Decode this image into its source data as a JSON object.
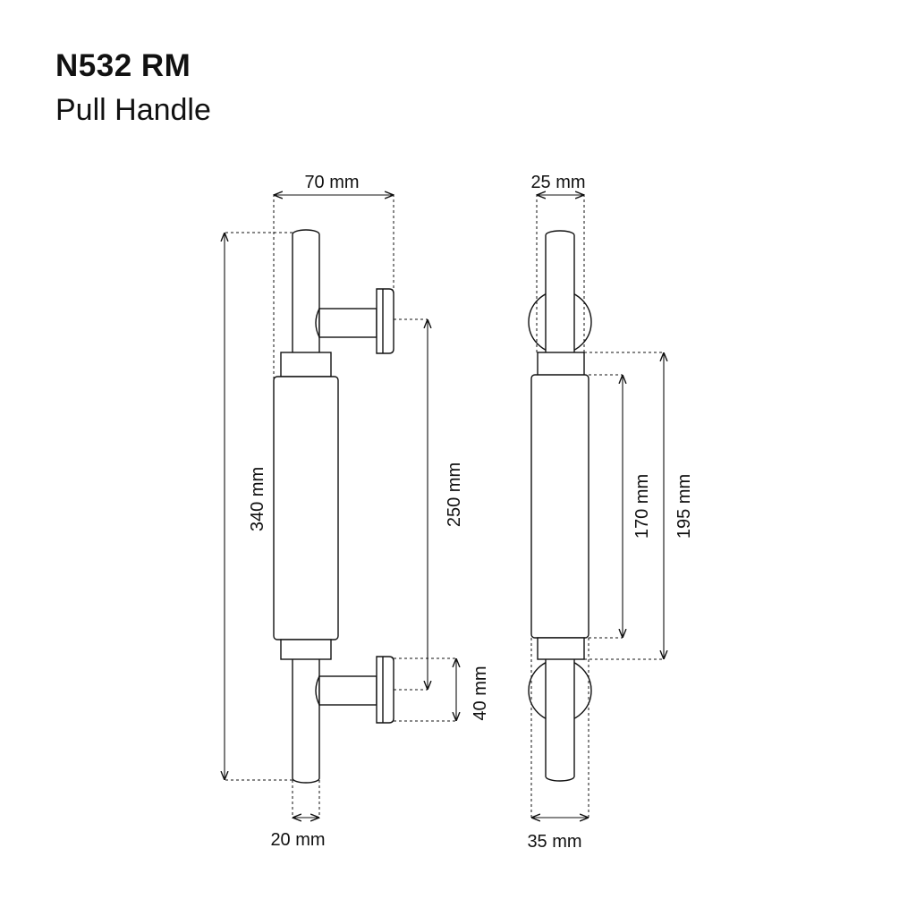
{
  "header": {
    "model": "N532 RM",
    "name": "Pull Handle"
  },
  "front_view": {
    "width_label": "70 mm",
    "height_label": "340 mm",
    "centers_label": "250 mm",
    "rose_label": "40 mm",
    "bar_label": "20 mm"
  },
  "side_view": {
    "bar_label": "25 mm",
    "grip_label": "170 mm",
    "grip_outer_label": "195 mm",
    "rose_label": "35 mm"
  }
}
